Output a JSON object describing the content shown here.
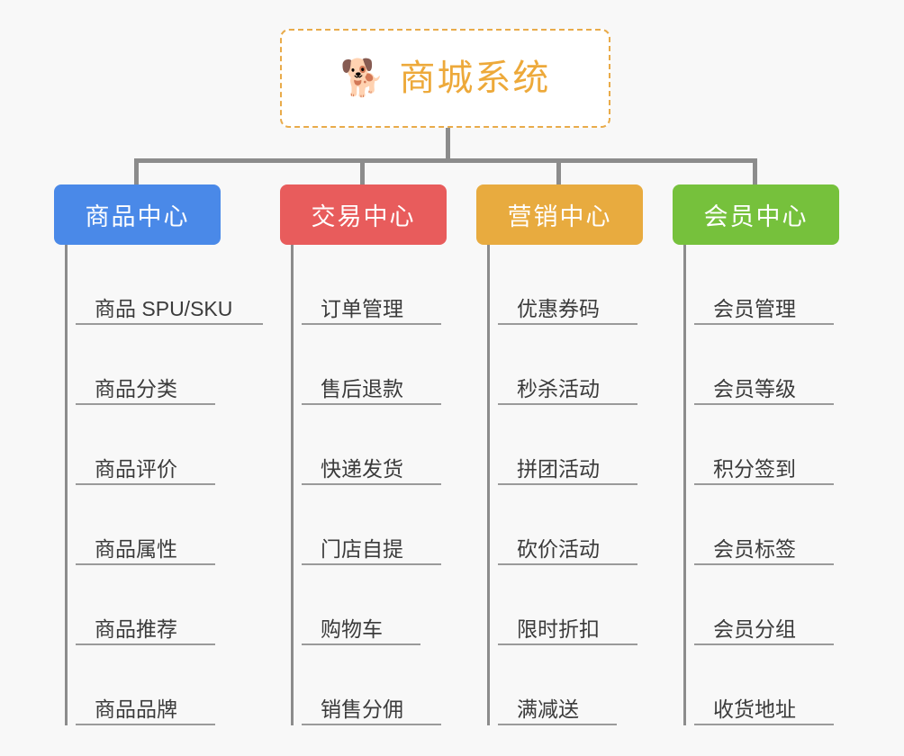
{
  "diagram": {
    "type": "mindmap",
    "background_color": "#f8f8f8",
    "connector_color": "#8c8c8c",
    "root": {
      "title": "商城系统",
      "icon": "shiba-dog-face-icon",
      "icon_glyph": "🐕",
      "border_color": "#e9ab4a",
      "text_color": "#eda93a",
      "background_color": "#ffffff"
    },
    "branches": [
      {
        "id": "product-center",
        "label": "商品中心",
        "color": "#4a89e8",
        "items": [
          "商品 SPU/SKU",
          "商品分类",
          "商品评价",
          "商品属性",
          "商品推荐",
          "商品品牌"
        ]
      },
      {
        "id": "trade-center",
        "label": "交易中心",
        "color": "#e85c5c",
        "items": [
          "订单管理",
          "售后退款",
          "快递发货",
          "门店自提",
          "购物车",
          "销售分佣"
        ]
      },
      {
        "id": "marketing-center",
        "label": "营销中心",
        "color": "#e8ab3f",
        "items": [
          "优惠券码",
          "秒杀活动",
          "拼团活动",
          "砍价活动",
          "限时折扣",
          "满减送"
        ]
      },
      {
        "id": "member-center",
        "label": "会员中心",
        "color": "#76c13c",
        "items": [
          "会员管理",
          "会员等级",
          "积分签到",
          "会员标签",
          "会员分组",
          "收货地址"
        ]
      }
    ]
  }
}
